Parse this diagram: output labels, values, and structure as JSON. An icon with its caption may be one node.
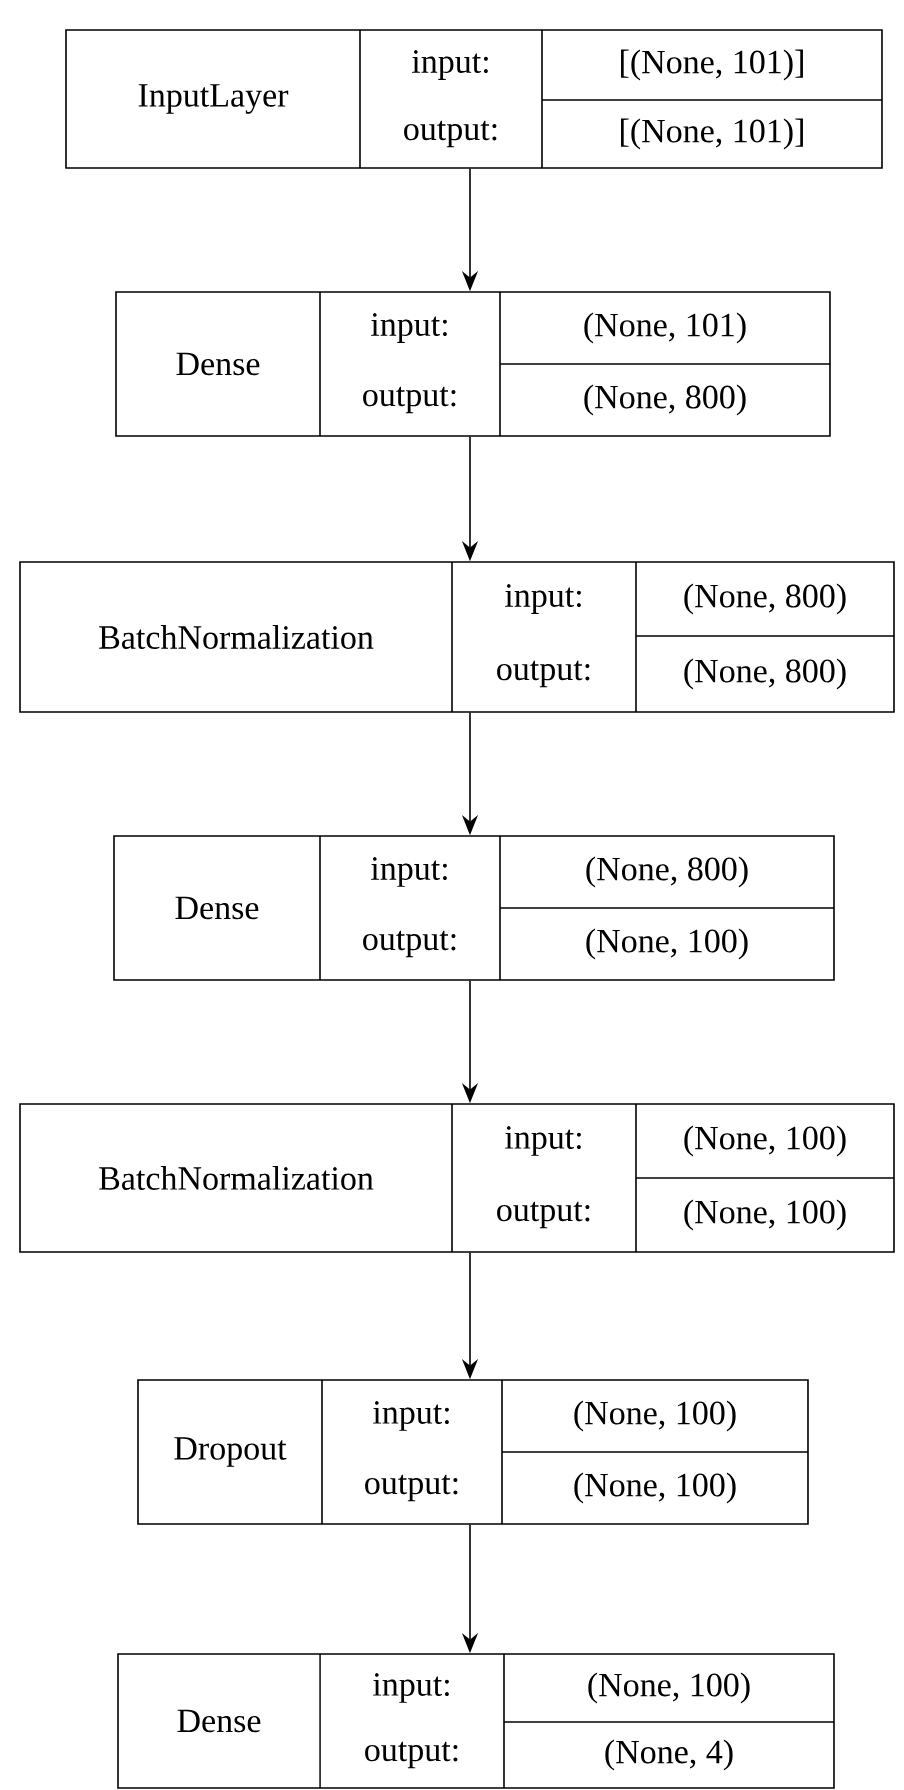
{
  "diagram": {
    "nodes": [
      {
        "text": [
          "InputLayer",
          "input:",
          "[(None, 101)]",
          "output:",
          "[(None, 101)]"
        ]
      },
      {
        "text": [
          "Dense",
          "input:",
          "(None, 101)",
          "output:",
          "(None, 800)"
        ]
      },
      {
        "text": [
          "BatchNormalization",
          "input:",
          "(None, 800)",
          "output:",
          "(None, 800)"
        ]
      },
      {
        "text": [
          "Dense",
          "input:",
          "(None, 800)",
          "output:",
          "(None, 100)"
        ]
      },
      {
        "text": [
          "BatchNormalization",
          "input:",
          "(None, 100)",
          "output:",
          "(None, 100)"
        ]
      },
      {
        "text": [
          "Dropout",
          "input:",
          "(None, 100)",
          "output:",
          "(None, 100)"
        ]
      },
      {
        "text": [
          "Dense",
          "input:",
          "(None, 100)",
          "output:",
          "(None, 4)"
        ]
      }
    ],
    "edges": [
      {
        "from": 0,
        "to": 1,
        "arrow": "to"
      },
      {
        "from": 1,
        "to": 2,
        "arrow": "to"
      },
      {
        "from": 2,
        "to": 3,
        "arrow": "to"
      },
      {
        "from": 3,
        "to": 4,
        "arrow": "to"
      },
      {
        "from": 4,
        "to": 5,
        "arrow": "to"
      },
      {
        "from": 5,
        "to": 6,
        "arrow": "to"
      }
    ]
  }
}
